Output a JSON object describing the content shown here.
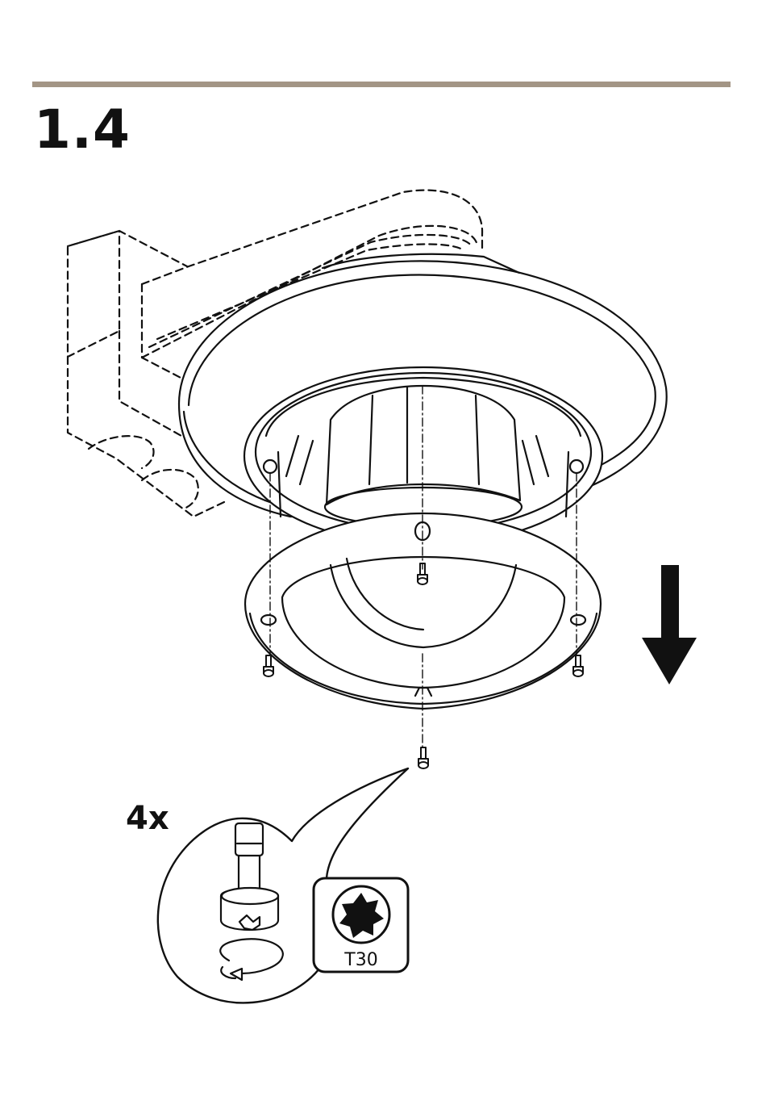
{
  "section_number": "1.4",
  "quantity_label": "4x",
  "torx_bit_label": "T30",
  "colors": {
    "rule": "#a39585",
    "line": "#111111"
  },
  "icons": [
    "wall-bracket-outline",
    "dome-camera",
    "trim-ring",
    "screw",
    "down-arrow-icon",
    "screw-detail",
    "rotate-ccw-icon",
    "torx-bit-icon"
  ]
}
